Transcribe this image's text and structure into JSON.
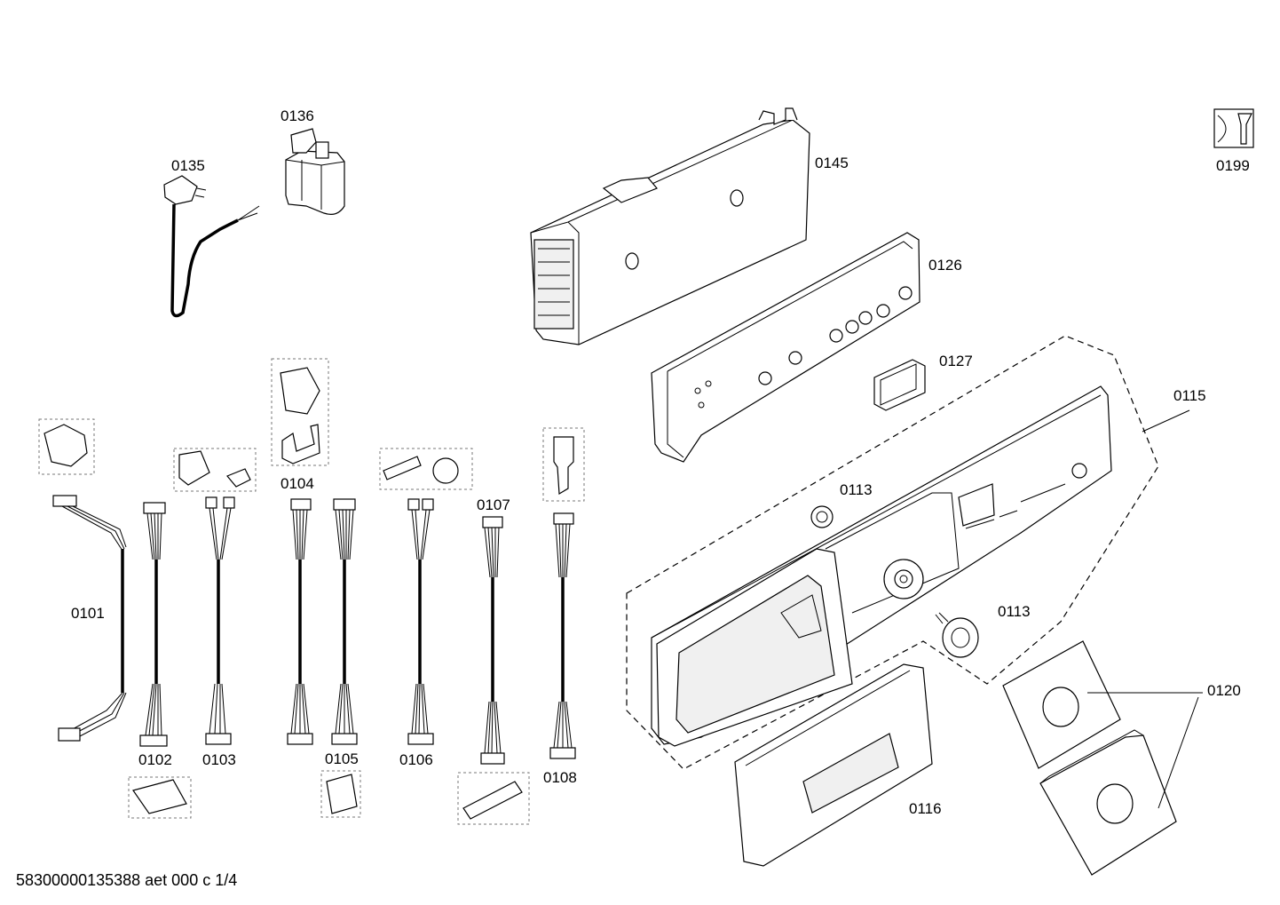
{
  "footer": "58300000135388 aet 000 c 1/4",
  "labels": {
    "p0101": "0101",
    "p0102": "0102",
    "p0103": "0103",
    "p0104": "0104",
    "p0105": "0105",
    "p0106": "0106",
    "p0107": "0107",
    "p0108": "0108",
    "p0113a": "0113",
    "p0113b": "0113",
    "p0115": "0115",
    "p0116": "0116",
    "p0120": "0120",
    "p0126": "0126",
    "p0127": "0127",
    "p0135": "0135",
    "p0136": "0136",
    "p0145": "0145",
    "p0199": "0199"
  }
}
